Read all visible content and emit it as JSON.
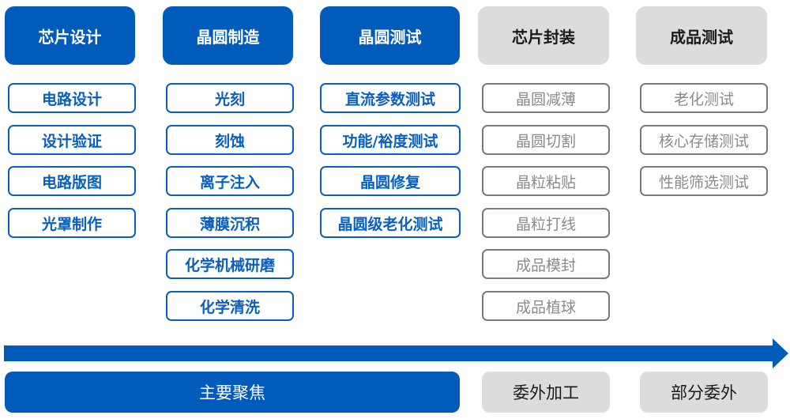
{
  "colors": {
    "accent": "#005bbb",
    "muted": "#dcdcdc",
    "gray_border": "#7a7a7a"
  },
  "columns": [
    {
      "title": "芯片设计",
      "style": "blue",
      "items": [
        "电路设计",
        "设计验证",
        "电路版图",
        "光罩制作"
      ]
    },
    {
      "title": "晶圆制造",
      "style": "blue",
      "items": [
        "光刻",
        "刻蚀",
        "离子注入",
        "薄膜沉积",
        "化学机械研磨",
        "化学清洗"
      ]
    },
    {
      "title": "晶圆测试",
      "style": "blue",
      "items": [
        "直流参数测试",
        "功能/裕度测试",
        "晶圆修复",
        "晶圆级老化测试"
      ]
    },
    {
      "title": "芯片封装",
      "style": "gray",
      "items": [
        "晶圆减薄",
        "晶圆切割",
        "晶粒粘贴",
        "晶粒打线",
        "成品模封",
        "成品植球"
      ]
    },
    {
      "title": "成品测试",
      "style": "gray",
      "items": [
        "老化测试",
        "核心存储测试",
        "性能筛选测试"
      ]
    }
  ],
  "arrow": {
    "icon": "right-arrow-icon"
  },
  "footer": {
    "main_focus": "主要聚焦",
    "outsourced": "委外加工",
    "partial_outsourced": "部分委外"
  }
}
